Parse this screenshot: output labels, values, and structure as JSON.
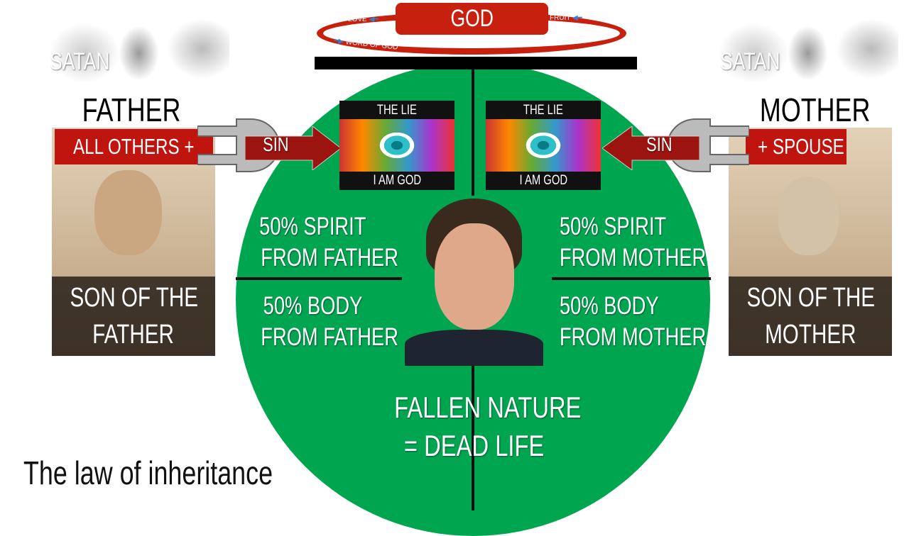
{
  "god": {
    "label": "GOD",
    "love": "LOVE",
    "fruit": "FRUIT",
    "word": "WORD OF GOD"
  },
  "left": {
    "satan": "SATAN",
    "parent": "FATHER",
    "relation": "ALL OTHERS +",
    "son": [
      "SON OF THE",
      "FATHER"
    ],
    "sin": "SIN",
    "eye_top": "THE LIE",
    "eye_bottom": "I AM GOD",
    "spirit": [
      "50% SPIRIT",
      "FROM FATHER"
    ],
    "body": [
      "50% BODY",
      "FROM FATHER"
    ]
  },
  "right": {
    "satan": "SATAN",
    "parent": "MOTHER",
    "relation": "+ SPOUSE",
    "son": [
      "SON OF THE",
      "MOTHER"
    ],
    "sin": "SIN",
    "eye_top": "THE LIE",
    "eye_bottom": "I AM GOD",
    "spirit": [
      "50% SPIRIT",
      "FROM MOTHER"
    ],
    "body": [
      "50% BODY",
      "FROM MOTHER"
    ]
  },
  "center": {
    "result": [
      "FALLEN NATURE",
      "= DEAD LIFE"
    ]
  },
  "caption": "The law of inheritance",
  "colors": {
    "green": "#00a550",
    "red": "#c0140f",
    "dark_red": "#9b1410"
  }
}
